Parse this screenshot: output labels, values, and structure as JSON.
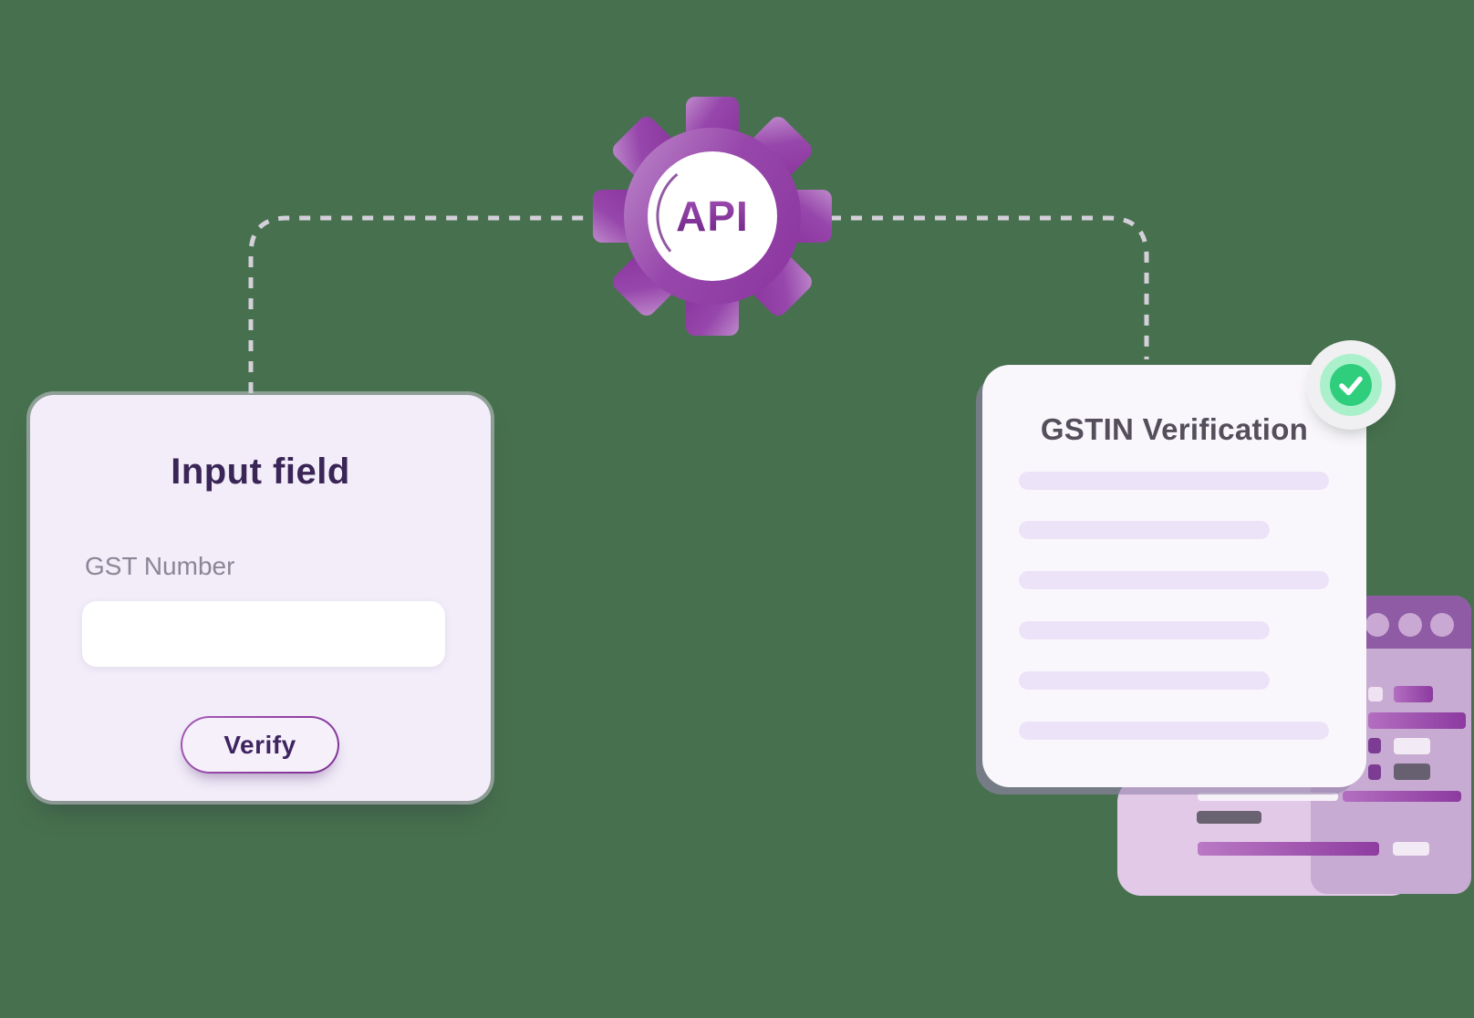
{
  "canvas": {
    "background": "#47714E"
  },
  "api_hub": {
    "label": "API",
    "gear_color_start": "#B87FC6",
    "gear_color_end": "#8C37A0",
    "circle_color": "#FFFFFF"
  },
  "connectors": {
    "style": "dashed",
    "color": "#D4D0DA"
  },
  "input_card": {
    "title": "Input field",
    "field_label": "GST Number",
    "field_value": "",
    "field_placeholder": "",
    "button_label": "Verify",
    "background": "#F2EDF9",
    "title_color": "#3A2557"
  },
  "result_card": {
    "title": "GSTIN Verification",
    "placeholder_bar_count": 6,
    "status": "verified",
    "check_color": "#2FCE7C",
    "background": "#FAF7FC"
  },
  "browser_mock": {
    "header_color": "#8E5BA4",
    "body_color": "#C7ABD2",
    "window_dots": 3
  }
}
